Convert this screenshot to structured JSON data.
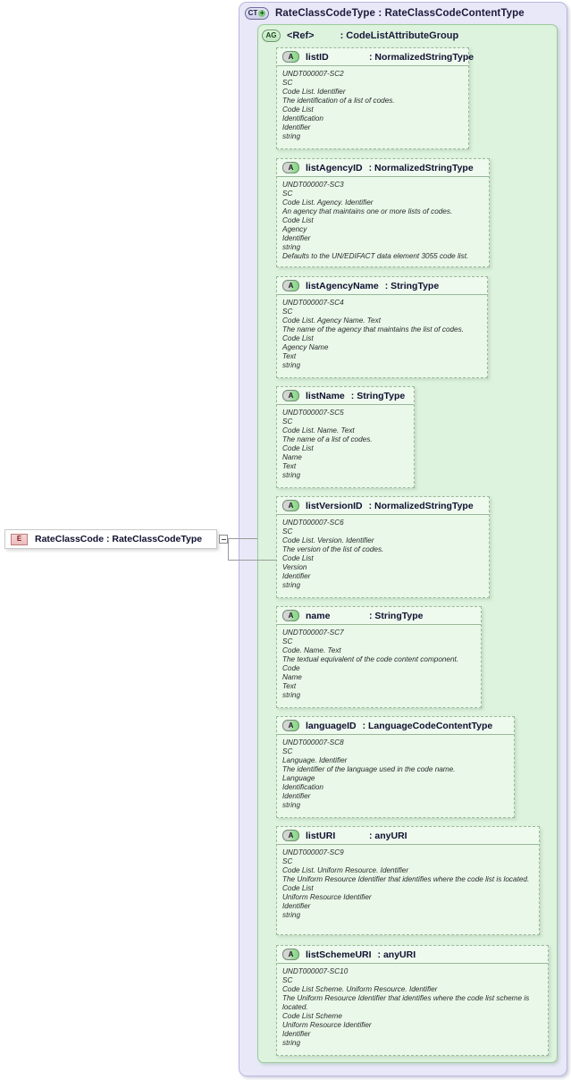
{
  "diagram": {
    "kind": "xsd-schema-diagram",
    "colors": {
      "complex_type_bg": "#e8e8f8",
      "attribute_group_bg": "#ddf3dd",
      "attribute_bg": "#e9f8e9",
      "element_icon_bg": "#f6d4d4"
    }
  },
  "element": {
    "icon": "element-icon",
    "icon_label": "E",
    "label": "RateClassCode : RateClassCodeType",
    "expander_icon": "collapse-minus-icon"
  },
  "complex_type": {
    "icon": "complex-type-icon",
    "icon_label": "CT",
    "icon_plus": "+",
    "title": "RateClassCodeType : RateClassCodeContentType"
  },
  "attribute_group": {
    "icon": "attribute-group-icon",
    "icon_label": "AG",
    "ref_label": "<Ref>",
    "title": ": CodeListAttributeGroup"
  },
  "attributes": [
    {
      "icon_label": "A",
      "name": "listID",
      "type": ": NormalizedStringType",
      "lines": [
        "UNDT000007-SC2",
        "SC",
        "Code List. Identifier",
        "The identification of a list of codes.",
        "Code List",
        "Identification",
        "Identifier",
        "string"
      ]
    },
    {
      "icon_label": "A",
      "name": "listAgencyID",
      "type": ": NormalizedStringType",
      "lines": [
        "UNDT000007-SC3",
        "SC",
        "Code List. Agency. Identifier",
        "An agency that maintains one or more lists of codes.",
        "Code List",
        "Agency",
        "Identifier",
        "string",
        "Defaults to the UN/EDIFACT data element 3055 code list."
      ]
    },
    {
      "icon_label": "A",
      "name": "listAgencyName",
      "type": ": StringType",
      "lines": [
        "UNDT000007-SC4",
        "SC",
        "Code List. Agency Name. Text",
        "The name of the agency that maintains the list of codes.",
        "Code List",
        "Agency Name",
        "Text",
        "string"
      ]
    },
    {
      "icon_label": "A",
      "name": "listName",
      "type": ": StringType",
      "lines": [
        "UNDT000007-SC5",
        "SC",
        "Code List. Name. Text",
        "The name of a list of codes.",
        "Code List",
        "Name",
        "Text",
        "string"
      ]
    },
    {
      "icon_label": "A",
      "name": "listVersionID",
      "type": ": NormalizedStringType",
      "lines": [
        "UNDT000007-SC6",
        "SC",
        "Code List. Version. Identifier",
        "The version of the list of codes.",
        "Code List",
        "Version",
        "Identifier",
        "string"
      ]
    },
    {
      "icon_label": "A",
      "name": "name",
      "type": ": StringType",
      "lines": [
        "UNDT000007-SC7",
        "SC",
        "Code. Name. Text",
        "The textual equivalent of the code content component.",
        "Code",
        "Name",
        "Text",
        "string"
      ]
    },
    {
      "icon_label": "A",
      "name": "languageID",
      "type": ": LanguageCodeContentType",
      "lines": [
        "UNDT000007-SC8",
        "SC",
        "Language. Identifier",
        "The identifier of the language used in the code name.",
        "Language",
        "Identification",
        "Identifier",
        "string"
      ]
    },
    {
      "icon_label": "A",
      "name": "listURI",
      "type": ": anyURI",
      "lines": [
        "UNDT000007-SC9",
        "SC",
        "Code List. Uniform Resource. Identifier",
        "The Uniform Resource Identifier that identifies where the code list is located.",
        "Code List",
        "Uniform Resource Identifier",
        "Identifier",
        "string"
      ]
    },
    {
      "icon_label": "A",
      "name": "listSchemeURI",
      "type": ": anyURI",
      "lines": [
        "UNDT000007-SC10",
        "SC",
        "Code List Scheme. Uniform Resource. Identifier",
        "The Uniform Resource Identifier that identifies where the code list scheme is located.",
        "Code List Scheme",
        "Uniform Resource Identifier",
        "Identifier",
        "string"
      ]
    }
  ]
}
